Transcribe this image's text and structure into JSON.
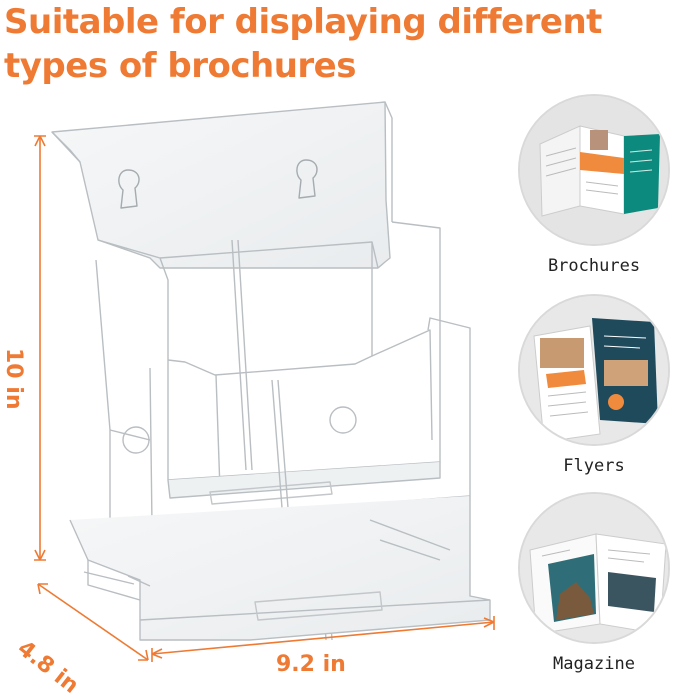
{
  "headline": {
    "line1": "Suitable for displaying different",
    "line2": "types of brochures"
  },
  "dimensions": {
    "height": "10 in",
    "depth": "4.8 in",
    "width": "9.2 in"
  },
  "display_types": [
    {
      "label": "Brochures"
    },
    {
      "label": "Flyers"
    },
    {
      "label": "Magazine"
    }
  ],
  "colors": {
    "accent": "#EE7A33",
    "label_text": "#222222"
  }
}
